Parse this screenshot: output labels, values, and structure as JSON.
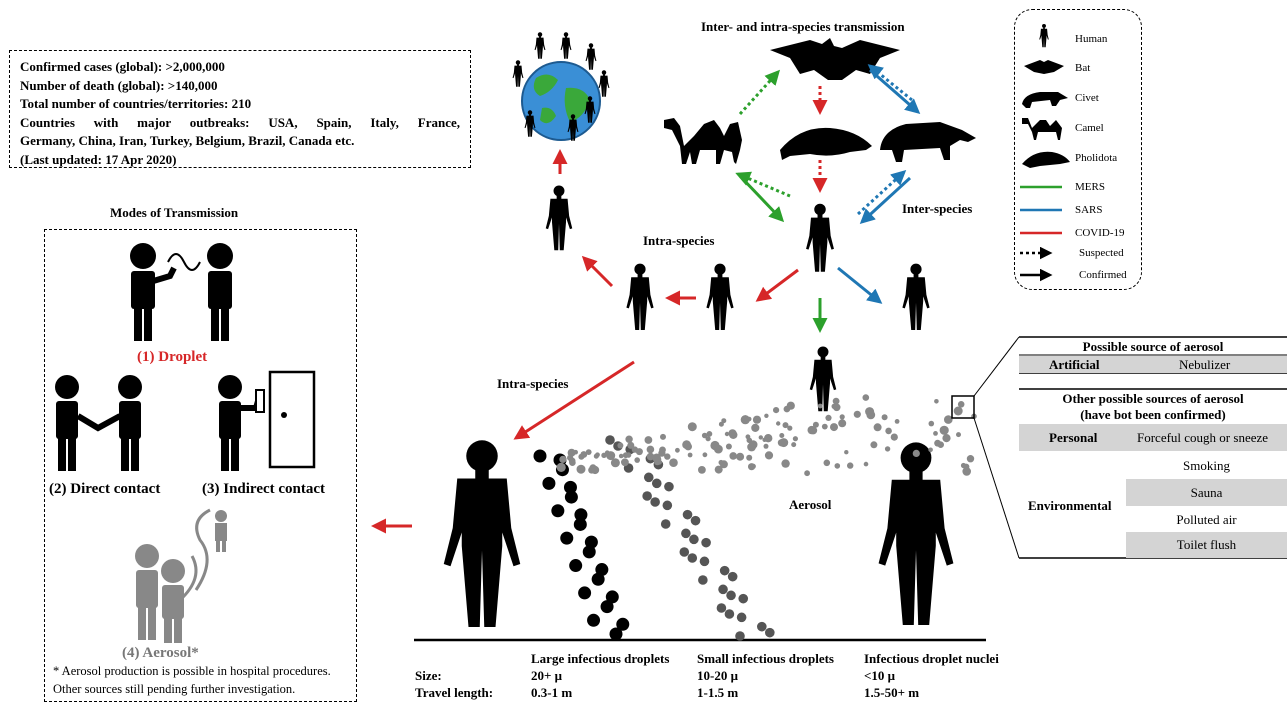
{
  "stats": {
    "confirmed": "Confirmed cases (global): >2,000,000",
    "deaths": "Number of death (global): >140,000",
    "countries_total": "Total number of countries/territories: 210",
    "major_line1": "Countries with major outbreaks: USA, Spain, Italy, France,",
    "major_line2": "Germany, China, Iran, Turkey, Belgium, Brazil, Canada etc.",
    "updated": "(Last updated: 17 Apr 2020)"
  },
  "modes": {
    "title": "Modes of Transmission",
    "droplet": "(1) Droplet",
    "direct": "(2) Direct contact",
    "indirect": "(3) Indirect contact",
    "aerosol": "(4) Aerosol*",
    "note1": "* Aerosol production is possible in hospital procedures.",
    "note2": "Other sources still pending further investigation."
  },
  "diagram": {
    "title": "Inter- and intra-species transmission",
    "inter_species": "Inter-species",
    "intra_species_1": "Intra-species",
    "intra_species_2": "Intra-species",
    "aerosol": "Aerosol"
  },
  "legend": {
    "human": "Human",
    "bat": "Bat",
    "civet": "Civet",
    "camel": "Camel",
    "pholidota": "Pholidota",
    "mers": "MERS",
    "sars": "SARS",
    "covid": "COVID-19",
    "suspected": "Suspected",
    "confirmed": "Confirmed"
  },
  "colors": {
    "mers": "#2ca02c",
    "sars": "#1f77b4",
    "covid": "#d62728",
    "droplet_gray": "#777777"
  },
  "droplets": {
    "size_label": "Size:",
    "travel_label": "Travel length:",
    "large": {
      "name": "Large infectious droplets",
      "size": "20+ μ",
      "travel": "0.3-1 m"
    },
    "small": {
      "name": "Small infectious droplets",
      "size": "10-20 μ",
      "travel": "1-1.5 m"
    },
    "nuclei": {
      "name": "Infectious droplet nuclei",
      "size": "<10 μ",
      "travel": "1.5-50+ m"
    }
  },
  "aerosol_table": {
    "possible_title": "Possible source of aerosol",
    "artificial_label": "Artificial",
    "artificial_value": "Nebulizer",
    "other_title_1": "Other possible sources of aerosol",
    "other_title_2": "(have bot been confirmed)",
    "personal_label": "Personal",
    "personal_value": "Forceful cough or sneeze",
    "environmental_label": "Environmental",
    "env_values": [
      "Smoking",
      "Sauna",
      "Polluted air",
      "Toilet flush"
    ]
  }
}
